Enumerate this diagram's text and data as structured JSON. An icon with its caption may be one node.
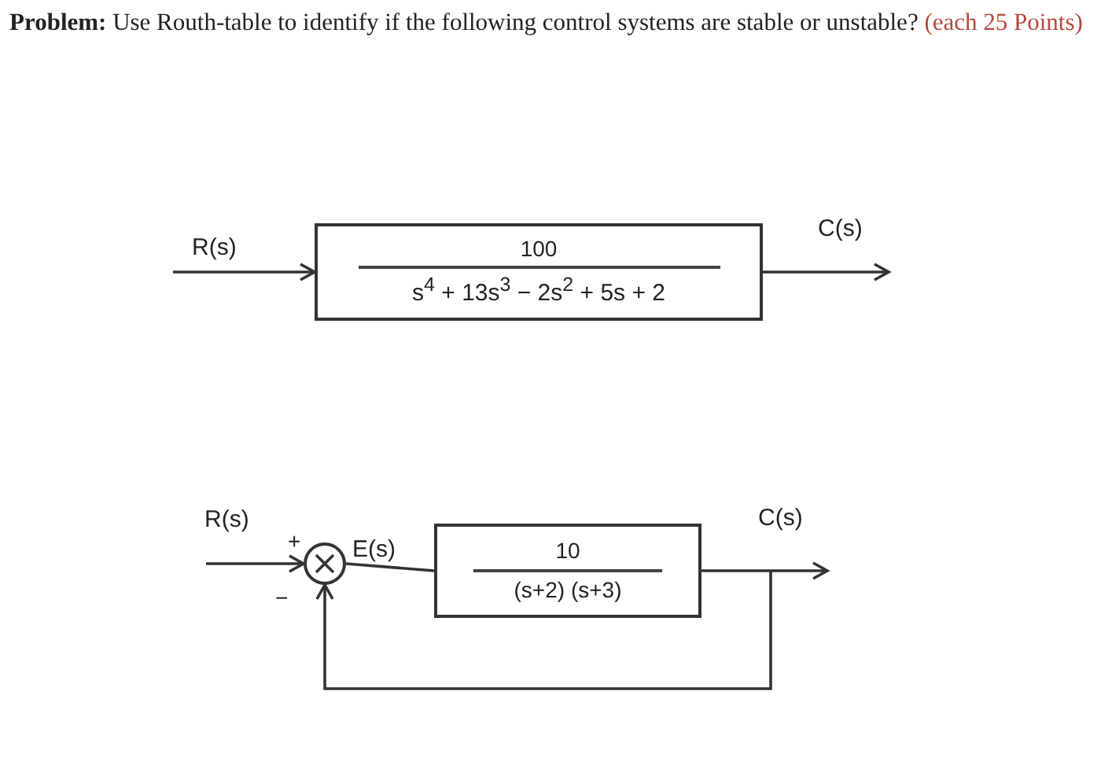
{
  "diagram": {
    "title": "**Problem:** Use Routh-table to identify if the following control systems are stable or unstable?",
    "labels": [
      "(each 25 Points)"
    ],
    "nodes": [
      {
        "text": [
          "100",
          "s$^{4}$ + 13s$^{3}$ − 2s$^{2}$ + 5s + 2"
        ]
      },
      {
        "text": [],
        "shape": "circle",
        "beside": [
          "+",
          "−"
        ]
      },
      {
        "text": [
          "10",
          "(s+2) (s+3)"
        ]
      }
    ],
    "edges": [
      {
        "from": null,
        "to": 0,
        "arrow": "to",
        "label": "R(s)"
      },
      {
        "from": 0,
        "to": null,
        "arrow": "to",
        "label": "C(s)"
      },
      {
        "from": null,
        "to": 1,
        "arrow": "to",
        "label": "R(s)"
      },
      {
        "from": 1,
        "to": 2,
        "arrow": "none",
        "label": "E(s)"
      },
      {
        "from": 2,
        "to": null,
        "arrow": "to",
        "label": "C(s)"
      },
      {
        "from": 2,
        "to": 1,
        "arrow": "to"
      }
    ]
  }
}
